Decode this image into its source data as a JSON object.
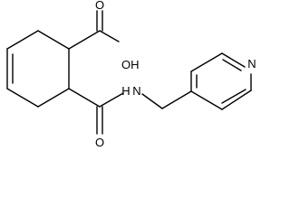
{
  "figure": {
    "type": "chemical-structure",
    "atoms": {
      "hydroxyl": "OH",
      "carbonyl_oxygen_acid": "O",
      "carbonyl_oxygen_amide": "O",
      "amide_nitrogen": "H N",
      "pyridine_nitrogen": "N"
    },
    "colors": {
      "bond": "#000000",
      "label": "#000000",
      "background": "#ffffff"
    }
  }
}
